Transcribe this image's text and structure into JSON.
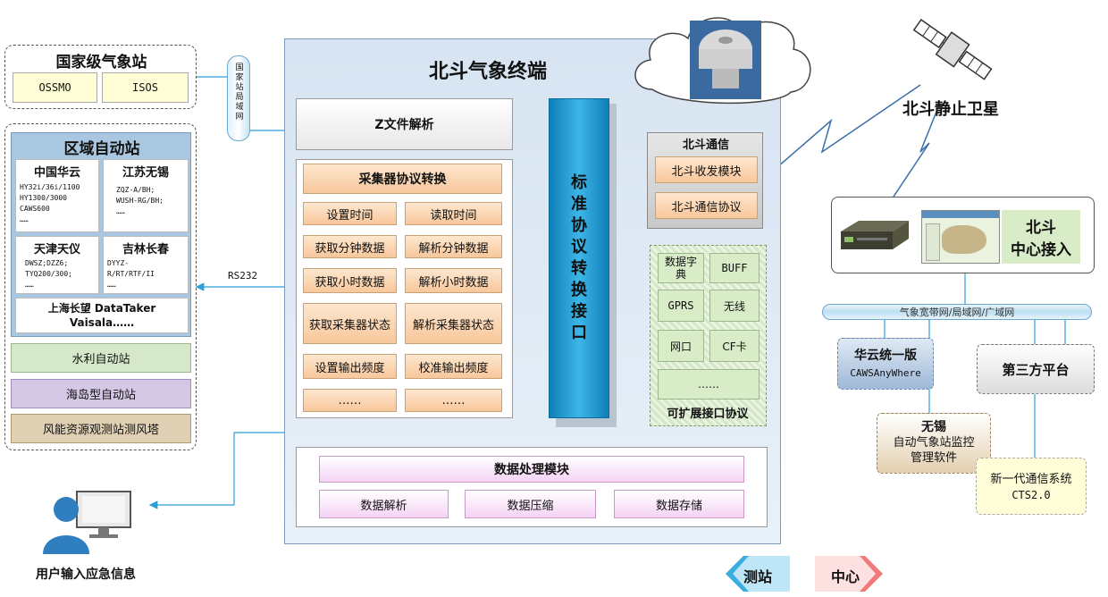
{
  "national": {
    "title": "国家级气象站",
    "items": [
      "OSSMO",
      "ISOS"
    ]
  },
  "link_national": "国家站局域网",
  "regional": {
    "title": "区域自动站",
    "cells": [
      {
        "name": "中国华云",
        "lines": [
          "HY32i/36i/1100",
          "HY1300/3000",
          "CAWS600",
          "……"
        ]
      },
      {
        "name": "江苏无锡",
        "lines": [
          "ZQZ-A/BH;",
          "WUSH-RG/BH;",
          "……"
        ]
      },
      {
        "name": "天津天仪",
        "lines": [
          "DWSZ;DZZ6;",
          "TYQ200/300;",
          "……"
        ]
      },
      {
        "name": "吉林长春",
        "lines": [
          "DYYZ-",
          "R/RT/RTF/II",
          "……"
        ]
      }
    ],
    "shanghai": [
      "上海长望 DataTaker",
      "Vaisala……"
    ]
  },
  "other_stations": [
    "水利自动站",
    "海岛型自动站",
    "风能资源观测站测风塔"
  ],
  "rs232": "RS232",
  "terminal": {
    "title": "北斗气象终端",
    "zfile": "Z文件解析",
    "collector_title": "采集器协议转换",
    "collector_items": [
      "设置时间",
      "读取时间",
      "获取分钟数据",
      "解析分钟数据",
      "获取小时数据",
      "解析小时数据",
      "获取采集器状态",
      "解析采集器状态",
      "设置输出频度",
      "校准输出频度",
      "……",
      "……"
    ],
    "std_iface": [
      "标",
      "准",
      "协",
      "议",
      "转",
      "换",
      "接",
      "口"
    ],
    "bd_comm": {
      "title": "北斗通信",
      "items": [
        "北斗收发模块",
        "北斗通信协议"
      ]
    },
    "ext": {
      "items": [
        "数据字典",
        "BUFF",
        "GPRS",
        "无线",
        "网口",
        "CF卡",
        "……"
      ],
      "title": "可扩展接口协议"
    },
    "data_proc": {
      "title": "数据处理模块",
      "items": [
        "数据解析",
        "数据压缩",
        "数据存储"
      ]
    }
  },
  "satellite": "北斗静止卫星",
  "center": {
    "title": [
      "北斗",
      "中心接入"
    ]
  },
  "network": "气象宽带网/局域网/广域网",
  "huayun": {
    "title": "华云统一版",
    "sub": "CAWSAnyWhere"
  },
  "third": "第三方平台",
  "wuxi": {
    "title": "无锡",
    "sub": [
      "自动气象站监控",
      "管理软件"
    ]
  },
  "cts": [
    "新一代通信系统",
    "CTS2.0"
  ],
  "user": "用户输入应急信息",
  "legend": {
    "station": "测站",
    "center": "中心"
  },
  "colors": {
    "panel": "#dbe6f2",
    "blue_bar": "#1a95c8",
    "link": "#2a9fd8",
    "orange": "#f8c79b",
    "green": "#d8ecc8",
    "pink": "#f5d3f5"
  }
}
